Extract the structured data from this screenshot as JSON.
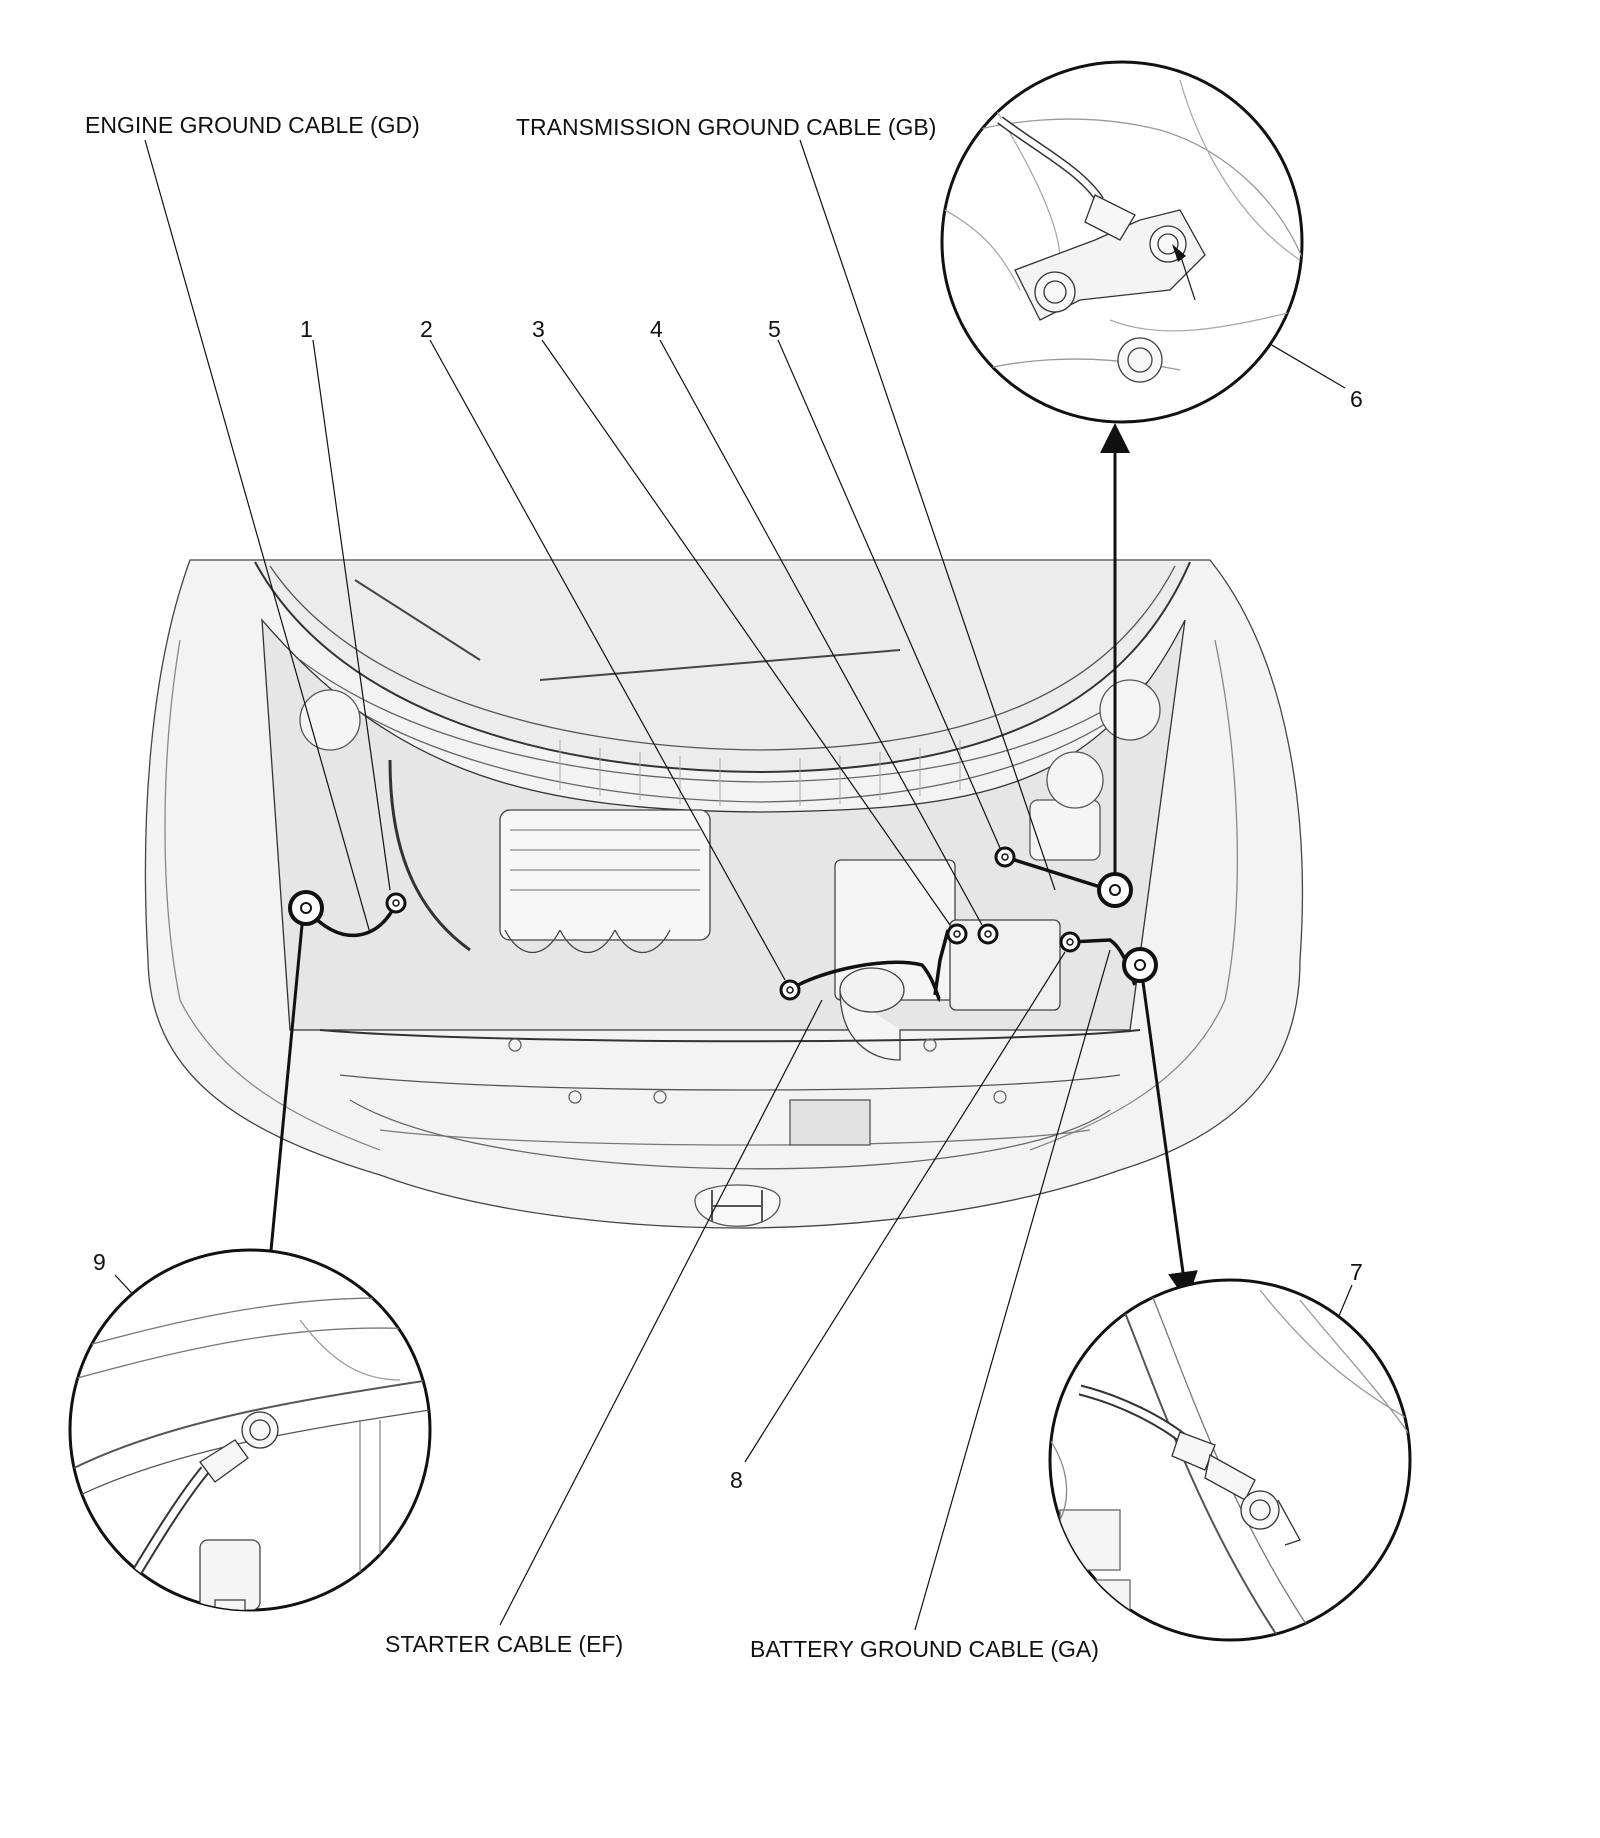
{
  "cable_labels": {
    "engine_ground": "ENGINE GROUND CABLE (GD)",
    "transmission_ground": "TRANSMISSION GROUND CABLE (GB)",
    "starter": "STARTER CABLE (EF)",
    "battery_ground": "BATTERY GROUND CABLE (GA)"
  },
  "callouts": [
    "1",
    "2",
    "3",
    "4",
    "5",
    "6",
    "7",
    "8",
    "9"
  ],
  "colors": {
    "line": "#111111",
    "body_shade": "#e9e9e9",
    "body_light": "#f5f5f5",
    "detail": "#9a9a9a"
  }
}
